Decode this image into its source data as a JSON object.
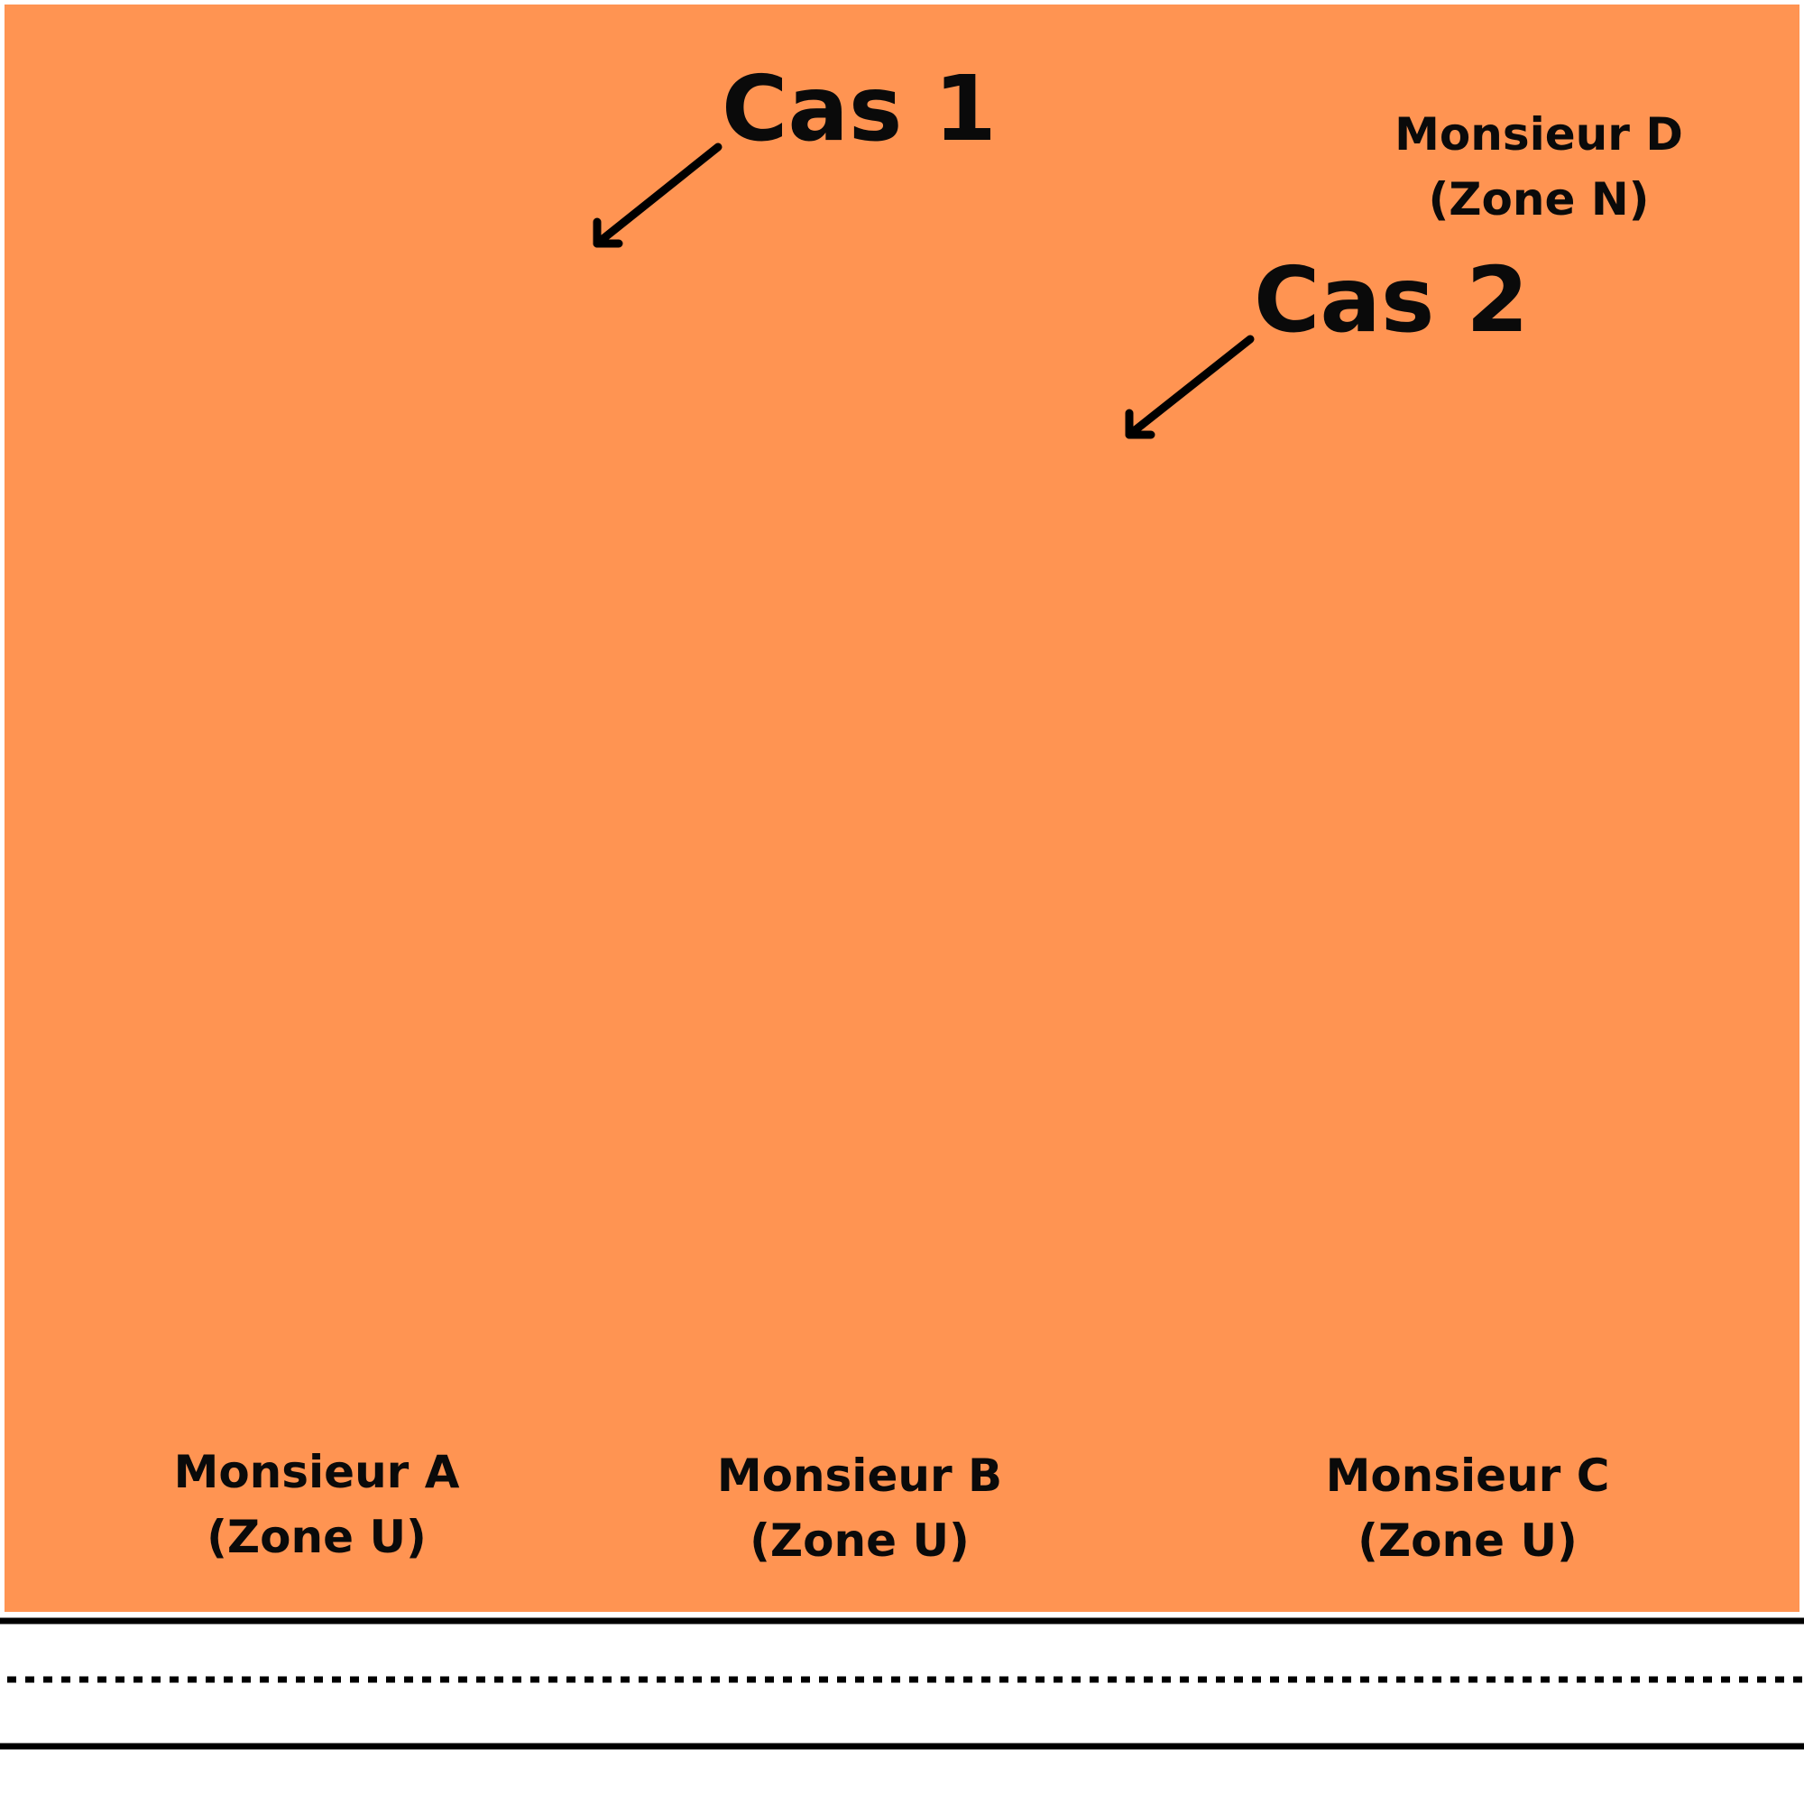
{
  "colors": {
    "border": "#ff9452",
    "zone_n": "#95f3c6",
    "parcel_a": "#ffabab",
    "parcel_b": "#c4aff5",
    "parcel_c": "#acdce6",
    "building_a": "#ff3333",
    "building_b": "#5e17eb",
    "zone_a_overlay": "#ff3333",
    "zone_b_overlay": "#c4aff5",
    "road": "#000000",
    "arrow": "#000000"
  },
  "parcels": {
    "d": {
      "name": "Monsieur D",
      "zone": "(Zone N)"
    },
    "a": {
      "name": "Monsieur A",
      "zone": "(Zone U)"
    },
    "b": {
      "name": "Monsieur B",
      "zone": "(Zone U)"
    },
    "c": {
      "name": "Monsieur C",
      "zone": "(Zone U)"
    }
  },
  "cases": {
    "case1": "Cas 1",
    "case2": "Cas 2"
  }
}
